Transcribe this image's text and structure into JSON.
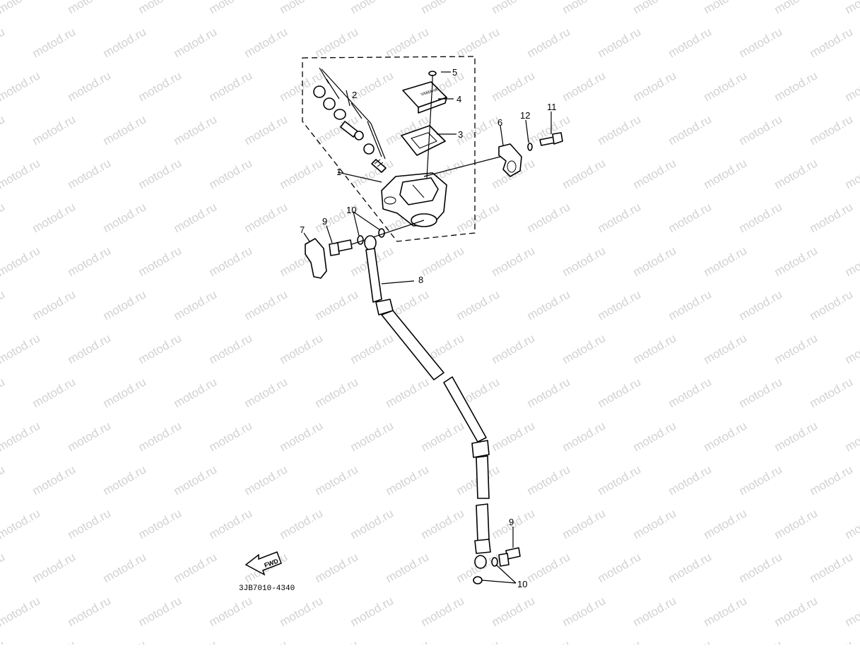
{
  "watermark": "motod.ru",
  "diagram_code": "3JB7010-4340",
  "fwd_label": "FWD",
  "callouts": {
    "c1": "1",
    "c2": "2",
    "c3": "3",
    "c4": "4",
    "c5": "5",
    "c6": "6",
    "c7": "7",
    "c8": "8",
    "c9a": "9",
    "c9b": "9",
    "c10a": "10",
    "c10b": "10",
    "c11": "11",
    "c12": "12"
  }
}
